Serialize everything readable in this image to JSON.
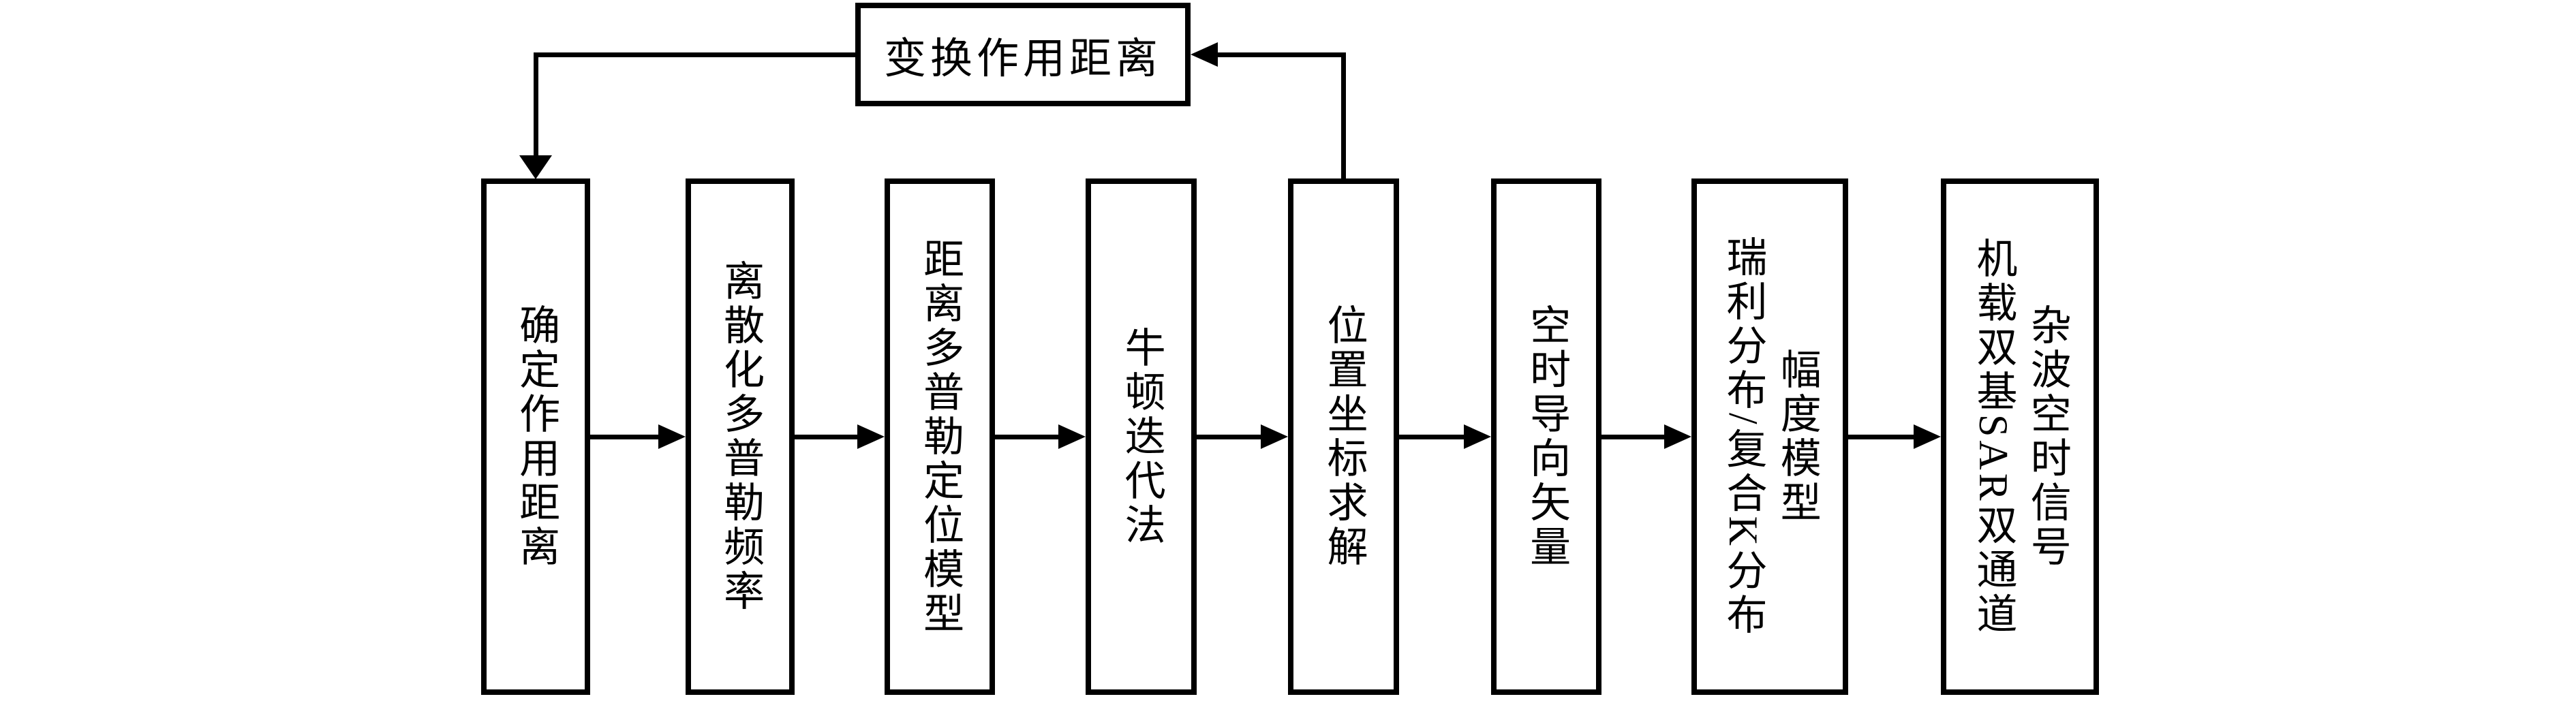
{
  "figure": {
    "type": "flowchart",
    "background_color": "#ffffff",
    "stroke_color": "#000000",
    "top_box": {
      "label": "变换作用距离"
    },
    "boxes": [
      {
        "label": "确定作用距离"
      },
      {
        "label": "离散化多普勒频率"
      },
      {
        "label": "距离多普勒定位模型"
      },
      {
        "label": "牛顿迭代法"
      },
      {
        "label": "位置坐标求解"
      },
      {
        "label": "空时导向矢量"
      },
      {
        "label": "瑞利分布/复合K分布\n幅度模型"
      },
      {
        "label": "机载双基SAR双通道\n杂波空时信号"
      }
    ]
  }
}
